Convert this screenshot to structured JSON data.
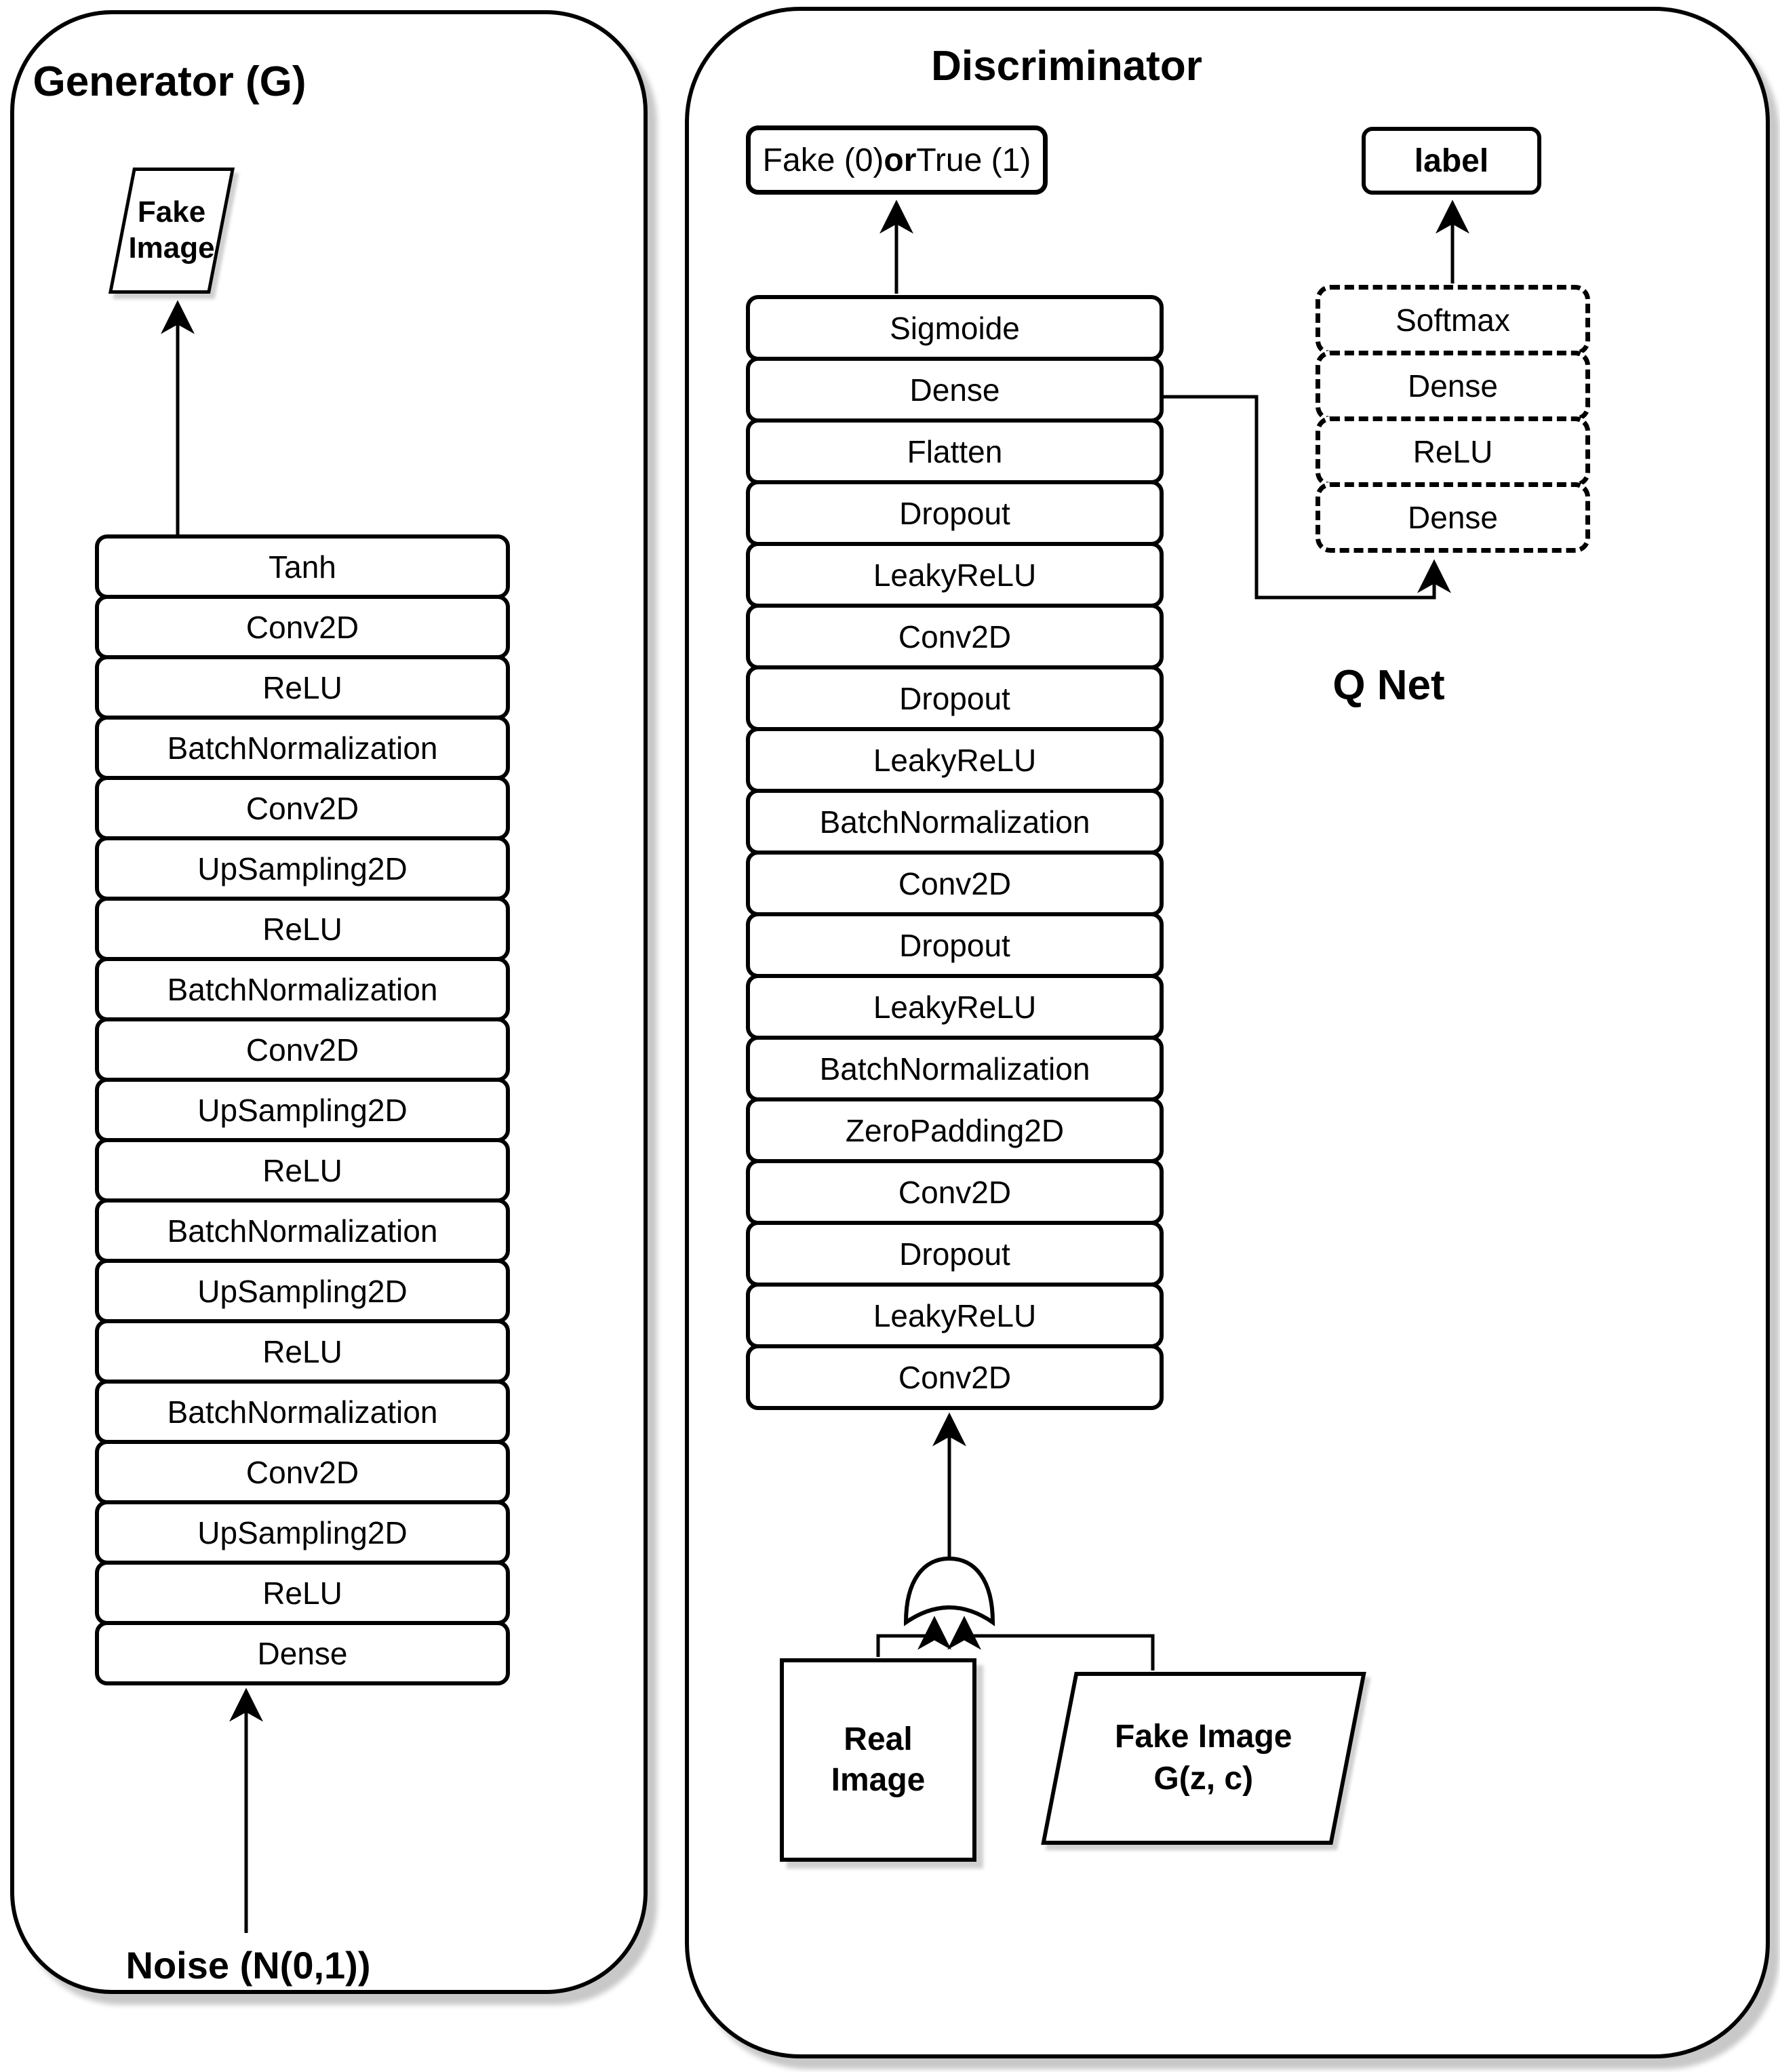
{
  "generator": {
    "title": "Generator (G)",
    "output_label": "Fake Image",
    "layers": [
      "Tanh",
      "Conv2D",
      "ReLU",
      "BatchNormalization",
      "Conv2D",
      "UpSampling2D",
      "ReLU",
      "BatchNormalization",
      "Conv2D",
      "UpSampling2D",
      "ReLU",
      "BatchNormalization",
      "UpSampling2D",
      "ReLU",
      "BatchNormalization",
      "Conv2D",
      "UpSampling2D",
      "ReLU",
      "Dense"
    ],
    "input_label": "Noise (N(0,1))"
  },
  "discriminator": {
    "title": "Discriminator",
    "output_label": {
      "prefix": "Fake (0) ",
      "bold": "or",
      "suffix": " True (1)"
    },
    "layers": [
      "Sigmoide",
      "Dense",
      "Flatten",
      "Dropout",
      "LeakyReLU",
      "Conv2D",
      "Dropout",
      "LeakyReLU",
      "BatchNormalization",
      "Conv2D",
      "Dropout",
      "LeakyReLU",
      "BatchNormalization",
      "ZeroPadding2D",
      "Conv2D",
      "Dropout",
      "LeakyReLU",
      "Conv2D"
    ],
    "inputs": {
      "real_label": "Real Image",
      "fake_label_line1": "Fake Image",
      "fake_label_line2": "G(z, c)"
    }
  },
  "qnet": {
    "title": "Q Net",
    "output_label": "label",
    "layers": [
      "Softmax",
      "Dense",
      "ReLU",
      "Dense"
    ]
  },
  "colors": {
    "stroke": "#000000",
    "background": "#ffffff",
    "panel_shadow": "#c8c8c8"
  }
}
